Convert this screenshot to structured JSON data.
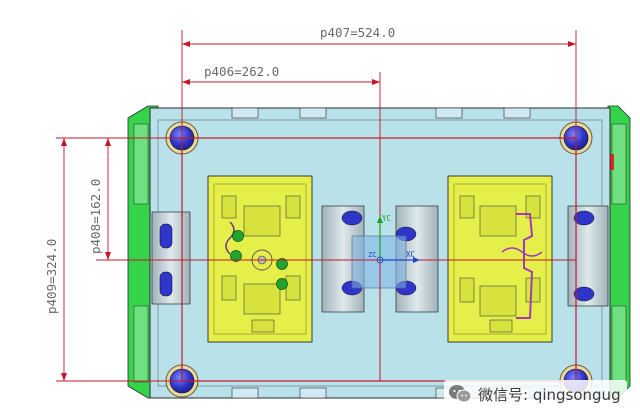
{
  "dimensions": [
    {
      "id": "p407",
      "label": "p407=524.0",
      "axis": "horizontal",
      "value": 524.0
    },
    {
      "id": "p406",
      "label": "p406=262.0",
      "axis": "horizontal",
      "value": 262.0
    },
    {
      "id": "p408",
      "label": "p408=162.0",
      "axis": "vertical",
      "value": 162.0
    },
    {
      "id": "p409",
      "label": "p409=324.0",
      "axis": "vertical",
      "value": 324.0
    }
  ],
  "axes": {
    "y_label": "YC",
    "x_label": "XC",
    "origin_label": "ZC"
  },
  "watermark": {
    "text": "微信号: qingsongug",
    "icon": "wechat-icon"
  },
  "colors": {
    "plate": "#b9e1ea",
    "side_rail": "#34d34a",
    "insert": "#e4ef4a",
    "dimension_line": "#c4182a",
    "dimension_text": "#6a6a6a",
    "guide_pillar": "#3a3fd8",
    "slider_block": "#c6d6dc"
  }
}
